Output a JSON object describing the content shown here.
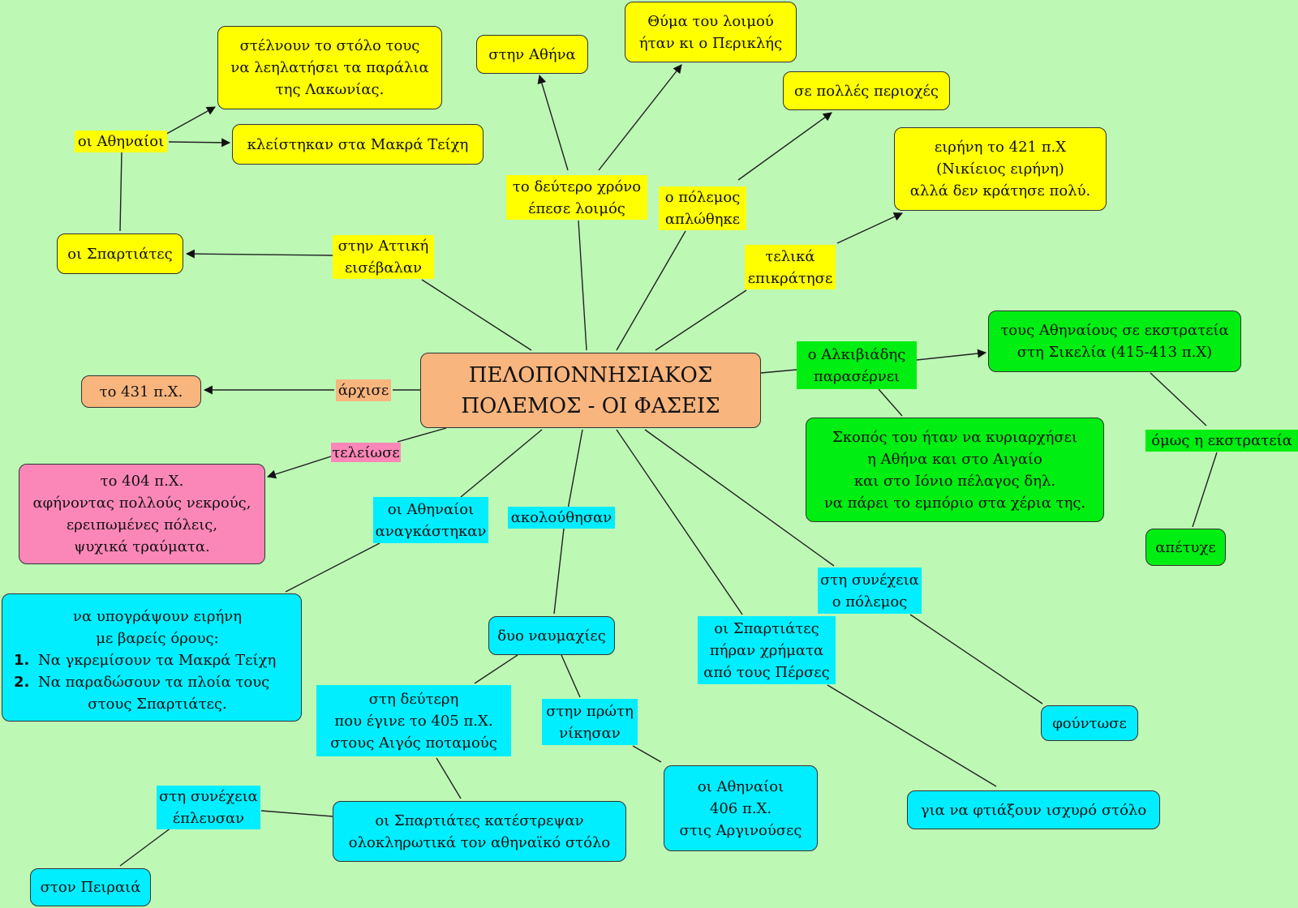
{
  "center": {
    "lines": [
      "ΠΕΛΟΠΟΝΝΗΣΙΑΚΟΣ",
      "ΠΟΛΕΜΟΣ - ΟΙ ΦΑΣΕΙΣ"
    ]
  },
  "nodes": {
    "stelnoun_stolo": {
      "lines": [
        "στέλνουν το στόλο τους",
        "να λεηλατήσει τα παράλια",
        "της Λακωνίας."
      ]
    },
    "kleistikan": {
      "lines": [
        "κλείστηκαν στα Μακρά Τείχη"
      ]
    },
    "stin_athina": {
      "lines": [
        "στην Αθήνα"
      ]
    },
    "thyma_loimou": {
      "lines": [
        "Θύμα του λοιμού",
        "ήταν κι ο Περικλής"
      ]
    },
    "polles_perioxes": {
      "lines": [
        "σε πολλές περιοχές"
      ]
    },
    "eirini_421": {
      "lines": [
        "ειρήνη το 421 π.Χ",
        "(Νικίειος ειρήνη)",
        "αλλά δεν κράτησε πολύ."
      ]
    },
    "spartiates": {
      "lines": [
        "οι Σπαρτιάτες"
      ]
    },
    "to_431": {
      "lines": [
        "το 431 π.Χ."
      ]
    },
    "to_404": {
      "lines": [
        "το 404 π.Χ.",
        "αφήνοντας πολλούς νεκρούς,",
        "ερειπωμένες πόλεις,",
        "ψυχικά τραύματα."
      ]
    },
    "sikelia": {
      "lines": [
        "τους Αθηναίους σε εκστρατεία",
        "στη Σικελία (415-413 π.Χ)"
      ]
    },
    "skopos": {
      "lines": [
        "Σκοπός του ήταν να κυριαρχήσει",
        "η Αθήνα και στο Αιγαίο",
        "και στο Ιόνιο πέλαγος δηλ.",
        "να πάρει το εμπόριο στα χέρια της."
      ]
    },
    "apetyxe": {
      "lines": [
        "απέτυχε"
      ]
    },
    "ypograpsoun": {
      "title": [
        "να υπογράψουν ειρήνη",
        "με βαρείς όρους:"
      ],
      "items": [
        {
          "n": "1.",
          "text": "Να γκρεμίσουν τα Μακρά Τείχη"
        },
        {
          "n": "2.",
          "text": "Να παραδώσουν τα πλοία τους"
        }
      ],
      "tail": "στους Σπαρτιάτες."
    },
    "dyo_naumaxies": {
      "lines": [
        "δυο ναυμαχίες"
      ]
    },
    "fountose": {
      "lines": [
        "φούντωσε"
      ]
    },
    "argynouses": {
      "lines": [
        "οι Αθηναίοι",
        "406 π.Χ.",
        "στις Αργινούσες"
      ]
    },
    "ischyro_stolo": {
      "lines": [
        "για να φτιάξουν ισχυρό στόλο"
      ]
    },
    "katestrepsan": {
      "lines": [
        "οι Σπαρτιάτες κατέστρεψαν",
        "ολοκληρωτικά τον αθηναϊκό στόλο"
      ]
    },
    "peiraia": {
      "lines": [
        "στον Πειραιά"
      ]
    }
  },
  "labels": {
    "oi_athinaioi": {
      "lines": [
        "οι Αθηναίοι"
      ]
    },
    "attiki": {
      "lines": [
        "στην Αττική",
        "εισέβαλαν"
      ]
    },
    "deytero_xrono": {
      "lines": [
        "το δεύτερο χρόνο",
        "έπεσε λοιμός"
      ]
    },
    "polemos_aplothike": {
      "lines": [
        "ο πόλεμος",
        "απλώθηκε"
      ]
    },
    "telika": {
      "lines": [
        "τελικά",
        "επικράτησε"
      ]
    },
    "arxise": {
      "lines": [
        "άρχισε"
      ]
    },
    "teleiose": {
      "lines": [
        "τελείωσε"
      ]
    },
    "alkiviadis": {
      "lines": [
        "ο Αλκιβιάδης",
        "παρασέρνει"
      ]
    },
    "omos": {
      "lines": [
        "όμως η εκστρατεία"
      ]
    },
    "anagkastikan": {
      "lines": [
        "οι Αθηναίοι",
        "αναγκάστηκαν"
      ]
    },
    "akolouthisan": {
      "lines": [
        "ακολούθησαν"
      ]
    },
    "synexeia_polemos": {
      "lines": [
        "στη συνέχεια",
        "ο πόλεμος"
      ]
    },
    "perses": {
      "lines": [
        "οι Σπαρτιάτες",
        "πήραν χρήματα",
        "από τους Πέρσες"
      ]
    },
    "deyteri": {
      "lines": [
        "στη δεύτερη",
        "που έγινε το 405 π.Χ.",
        "στους Αιγός ποταμούς"
      ]
    },
    "proti": {
      "lines": [
        "στην πρώτη",
        "νίκησαν"
      ]
    },
    "synexeia_epleysan": {
      "lines": [
        "στη συνέχεια",
        "έπλευσαν"
      ]
    }
  },
  "colors": {
    "background": "#bdf8b5",
    "yellow": "#ffff00",
    "orange": "#f8b57e",
    "pink": "#fb87b8",
    "green": "#00ee11",
    "cyan": "#00eeff"
  }
}
